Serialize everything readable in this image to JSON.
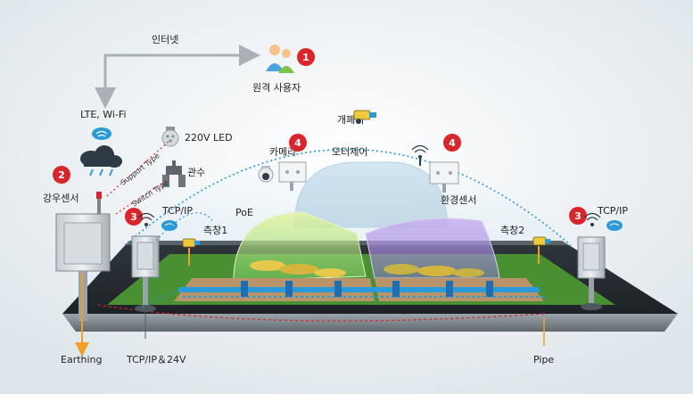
{
  "labels": {
    "internet": "인터넷",
    "remote_user": "원격 사용자",
    "lte_wifi": "LTE, Wi-Fi",
    "led": "220V LED",
    "support_type": "Support Type",
    "irrigation": "관수",
    "switch_type": "Switch Type",
    "rain_sensor": "강우센서",
    "tcpip_left": "TCP/IP",
    "poe": "PoE",
    "camera": "카메라",
    "opener": "개폐기",
    "motor_control": "모터제어",
    "env_sensor": "환경센서",
    "side_window_1": "측창1",
    "side_window_2": "측창2",
    "tcpip_right": "TCP/IP",
    "earthing": "Earthing",
    "tcpip_24v": "TCP/IP＆24V",
    "pipe": "Pipe"
  },
  "badges": {
    "remote": "1",
    "rain": "2",
    "controller_left": "3",
    "controller_right": "3",
    "camera": "4",
    "env": "4"
  },
  "colors": {
    "badge_red": "#d9262c",
    "arrow_gray": "#a9b1b7",
    "conduit_orange": "#f0a024",
    "network_blue": "#2a9bd8",
    "cable_red": "#d9262c"
  }
}
